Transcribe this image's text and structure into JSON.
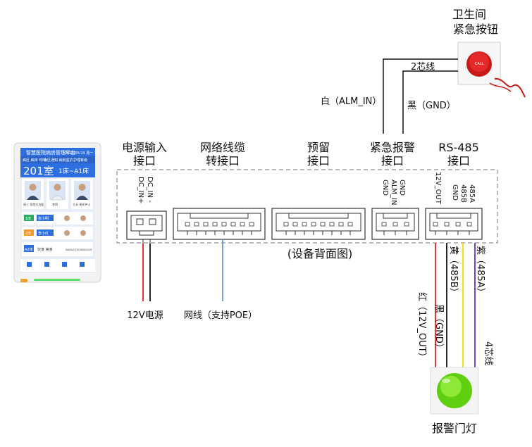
{
  "panel": {
    "screen_title": "智慧医院病房管理平台",
    "screen_date": "2023/05/15 周一 12:38",
    "tabs": [
      "病区 病床 呼叫",
      "病区通知 病房监护",
      "护理等级"
    ],
    "room": "201室",
    "beds": "1床~A1床",
    "person_names": [
      "张三 住院主治医",
      "李四",
      "王五 责任护士"
    ],
    "row_tags": [
      "1床",
      "2床"
    ],
    "row_texts": [
      "张小明",
      "李小红"
    ],
    "level_tag": "A2床",
    "level_text": "饮食 禁食",
    "brand": "DAHUA TECHNOLOGY",
    "nav_icons": [
      "home-icon",
      "bed-icon",
      "calendar-icon",
      "settings-icon"
    ]
  },
  "bathroom": {
    "title_line1": "卫生间",
    "title_line2": "紧急按钮",
    "cable": "2芯线",
    "wire_white": "白（ALM_IN）",
    "wire_black": "黑（GND）"
  },
  "headers": {
    "power": [
      "电源输入",
      "接口"
    ],
    "network": [
      "网络线缆",
      "转接口"
    ],
    "reserved": [
      "预留",
      "接口"
    ],
    "alarm": [
      "紧急报警",
      "接口"
    ],
    "rs485": [
      "RS-485",
      "接口"
    ]
  },
  "pins": {
    "power": [
      "DC_IN -",
      "DC_IN+"
    ],
    "alarm": [
      "GND",
      "ALM_IN",
      "GND"
    ],
    "rs485": [
      "12V_OUT",
      "485A",
      "485B",
      "GND"
    ]
  },
  "back_caption": "(设备背面图)",
  "power_label": "12V电源",
  "network_label": "网线（支持POE）",
  "lamp_wires": [
    "红（12V_OUT）",
    "黑（GND）",
    "黄（485B）",
    "紫（485A）"
  ],
  "lamp_cable": "4芯线",
  "lamp_label": "报警门灯",
  "colors": {
    "red": "#e02020",
    "black": "#111111",
    "yellow": "#f2dc00",
    "purple": "#7030a0",
    "blue": "#5b9bd5",
    "screen_blue": "#2d6fe0"
  }
}
